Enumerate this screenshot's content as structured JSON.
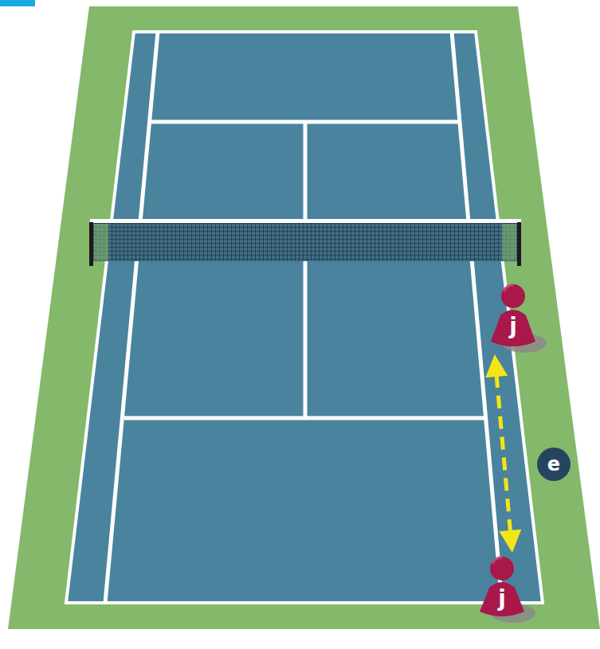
{
  "diagram": {
    "nodes": [
      {
        "text": [
          "j"
        ]
      },
      {
        "text": [
          "e"
        ]
      },
      {
        "text": [
          "j"
        ]
      }
    ],
    "edges": [
      {
        "from": 0,
        "to": 2,
        "arrow": "both"
      }
    ]
  }
}
